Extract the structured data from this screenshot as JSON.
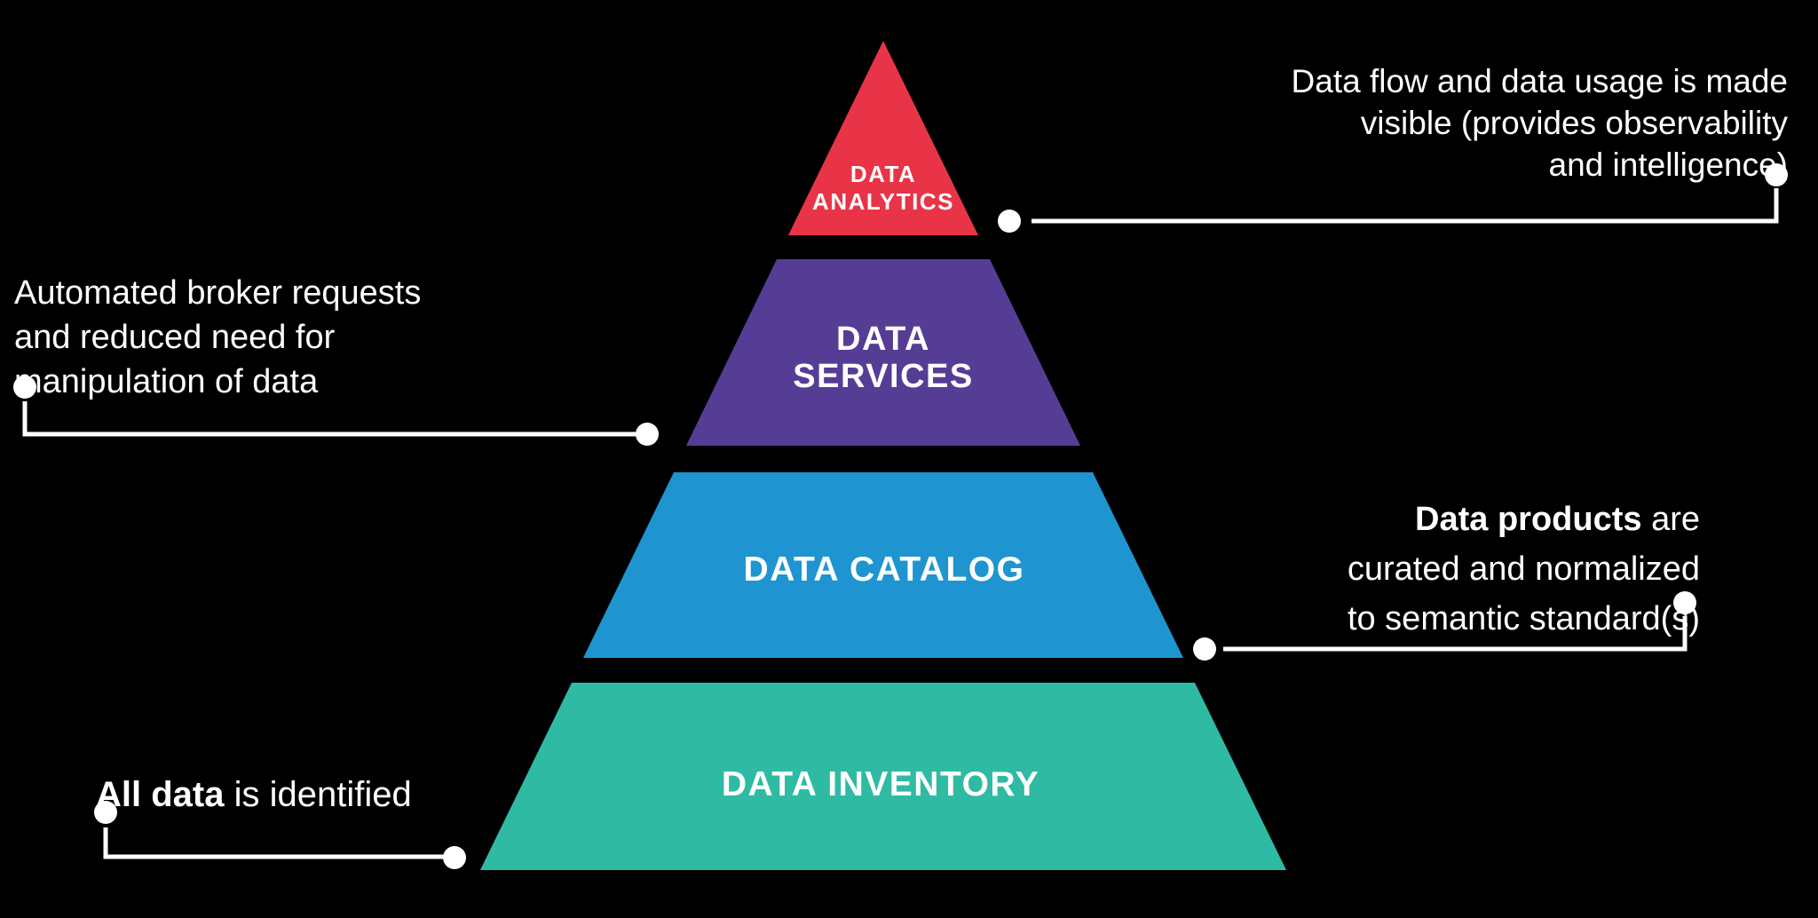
{
  "colors": {
    "background": "#000000",
    "text": "#FFFFFF",
    "connector": "#FFFFFF"
  },
  "pyramid": {
    "levels": [
      {
        "name": "analytics",
        "label": "DATA\nANALYTICS",
        "color": "#E93448"
      },
      {
        "name": "services",
        "label": "DATA\nSERVICES",
        "color": "#553D96"
      },
      {
        "name": "catalog",
        "label": "DATA CATALOG",
        "color": "#1E95D0"
      },
      {
        "name": "inventory",
        "label": "DATA INVENTORY",
        "color": "#2FBBA3"
      }
    ]
  },
  "callouts": [
    {
      "name": "analytics-note",
      "bold": "",
      "text": "Data flow and data usage is made\nvisible (provides observability\nand intelligence)"
    },
    {
      "name": "services-note",
      "bold": "",
      "text": "Automated broker requests\nand reduced need for\nmanipulation of data"
    },
    {
      "name": "catalog-note",
      "bold": "Data products",
      "text": " are\ncurated and normalized\nto semantic standard(s)"
    },
    {
      "name": "inventory-note",
      "bold": "All data",
      "text": " is identified"
    }
  ]
}
